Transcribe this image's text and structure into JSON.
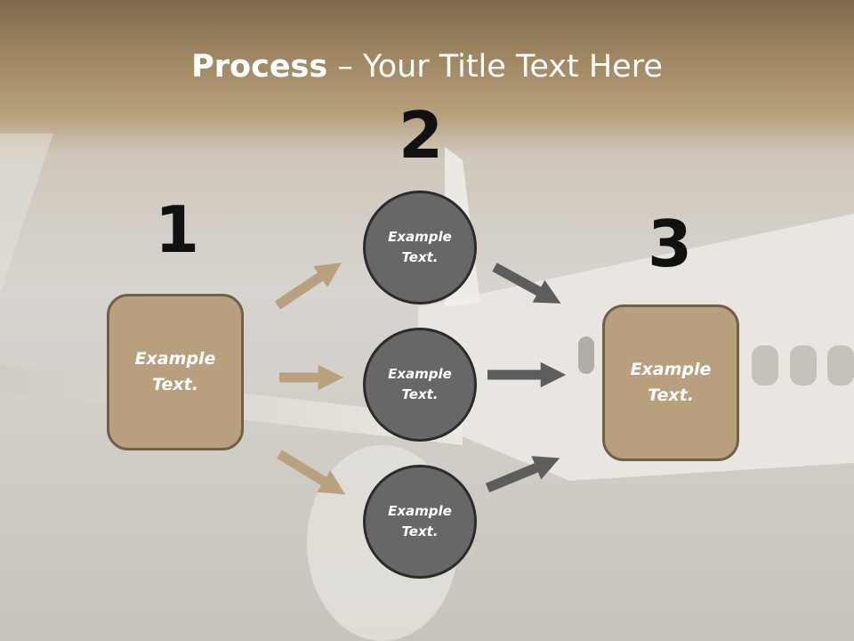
{
  "slide": {
    "title_bold": "Process",
    "title_rest": " – Your Title Text Here"
  },
  "numbers": [
    "1",
    "2",
    "3"
  ],
  "left_box": {
    "text": "Example Text."
  },
  "circles": [
    {
      "text": "Example Text."
    },
    {
      "text": "Example Text."
    },
    {
      "text": "Example Text."
    }
  ],
  "right_box": {
    "text": "Example Text."
  },
  "colors": {
    "tan": "#b8a07f",
    "tan_border": "#6f6049",
    "circle_fill": "#676767",
    "circle_border": "#2b2b2b",
    "dark_arrow": "#5d5d5d",
    "light_arrow": "#b9a17e"
  }
}
